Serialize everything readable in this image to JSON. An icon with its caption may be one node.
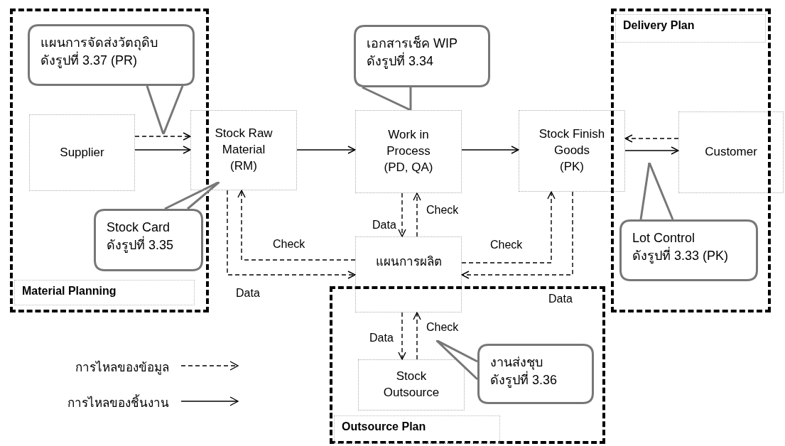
{
  "diagram": {
    "nodes": [
      {
        "text": [
          "Material Planning"
        ]
      },
      {
        "text": [
          "Supplier"
        ],
        "in": 0
      },
      {
        "text": [
          "Stock Raw Material (RM)"
        ]
      },
      {
        "text": [
          "Work in Process (PD, QA)"
        ]
      },
      {
        "text": [
          "Stock Finish Goods (PK)"
        ]
      },
      {
        "text": [
          "Customer"
        ]
      },
      {
        "text": [
          "Delivery Plan"
        ]
      },
      {
        "text": [
          "แผนการผลิต"
        ]
      },
      {
        "text": [
          "Outsource Plan"
        ]
      },
      {
        "text": [
          "Stock Outsource"
        ],
        "in": 8
      },
      {
        "text": [
          "แผนการจัดส่งวัตถุดิบ ดังรูปที่ 3.37 (PR)"
        ],
        "in": 0
      },
      {
        "text": [
          "Stock Card ดังรูปที่ 3.35"
        ],
        "in": 0
      },
      {
        "text": [
          "เอกสารเช็ค WIP ดังรูปที่ 3.34"
        ]
      },
      {
        "text": [
          "Lot Control ดังรูปที่ 3.33 (PK)"
        ],
        "in": 6
      },
      {
        "text": [
          "งานส่งชุบ ดังรูปที่ 3.36"
        ],
        "in": 8
      }
    ],
    "edges": [
      {
        "from": 1,
        "to": 2,
        "arrow": "to",
        "style": "dashed"
      },
      {
        "from": 1,
        "to": 2,
        "arrow": "to"
      },
      {
        "from": 2,
        "to": 3,
        "arrow": "to"
      },
      {
        "from": 3,
        "to": 4,
        "arrow": "to"
      },
      {
        "from": 5,
        "to": 4,
        "arrow": "to",
        "style": "dashed"
      },
      {
        "from": 4,
        "to": 5,
        "arrow": "to"
      },
      {
        "from": 3,
        "to": 7,
        "arrow": "to",
        "style": "dashed",
        "label": "Data"
      },
      {
        "from": 7,
        "to": 3,
        "arrow": "to",
        "style": "dashed",
        "label": "Check"
      },
      {
        "from": 7,
        "to": 2,
        "arrow": "to",
        "style": "dashed",
        "label": "Check"
      },
      {
        "from": 2,
        "to": 7,
        "arrow": "to",
        "style": "dashed",
        "label": "Data"
      },
      {
        "from": 7,
        "to": 4,
        "arrow": "to",
        "style": "dashed",
        "label": "Check"
      },
      {
        "from": 4,
        "to": 7,
        "arrow": "to",
        "style": "dashed",
        "label": "Data"
      },
      {
        "from": 7,
        "to": 9,
        "arrow": "to",
        "style": "dashed",
        "label": "Data"
      },
      {
        "from": 9,
        "to": 7,
        "arrow": "to",
        "style": "dashed",
        "label": "Check"
      }
    ],
    "legend": [
      {
        "text": "การไหลของข้อมูล"
      },
      {
        "text": "การไหลของชิ้นงาน"
      }
    ]
  }
}
